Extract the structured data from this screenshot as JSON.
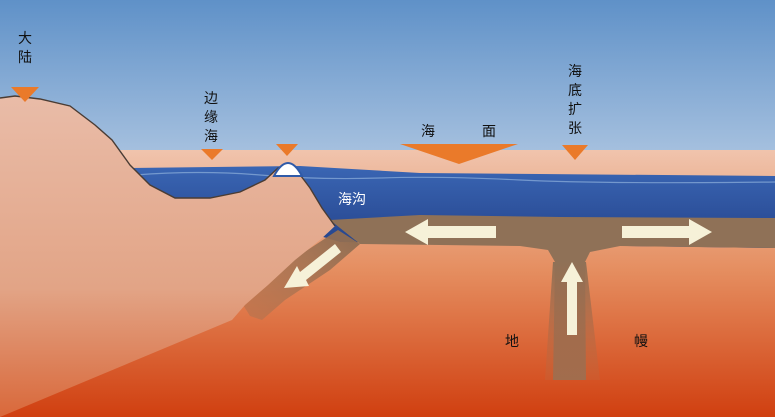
{
  "labels": {
    "continent": "大陆",
    "marginal_sea": "边缘海",
    "sea_surface_left": "海",
    "sea_surface_right": "面",
    "trench": "海沟",
    "seafloor_spreading": "海底扩张",
    "mantle_left": "地",
    "mantle_right": "幔"
  },
  "colors": {
    "sky_top": "#5f91c8",
    "sky_bottom": "#f2f5f9",
    "ocean": "#2f5aa8",
    "ocean_deep": "#27468f",
    "continent": "#e7b6a0",
    "mantle_top": "#f0c0a8",
    "mantle_bottom": "#d24514",
    "crust": "#8f7157",
    "marker": "#ea7a2a",
    "arrow": "#f6f1d8"
  },
  "icons": {
    "water_level_marker": "down-triangle",
    "motion_arrow": "block-arrow",
    "island_arc": "volcanic-island-arc"
  }
}
